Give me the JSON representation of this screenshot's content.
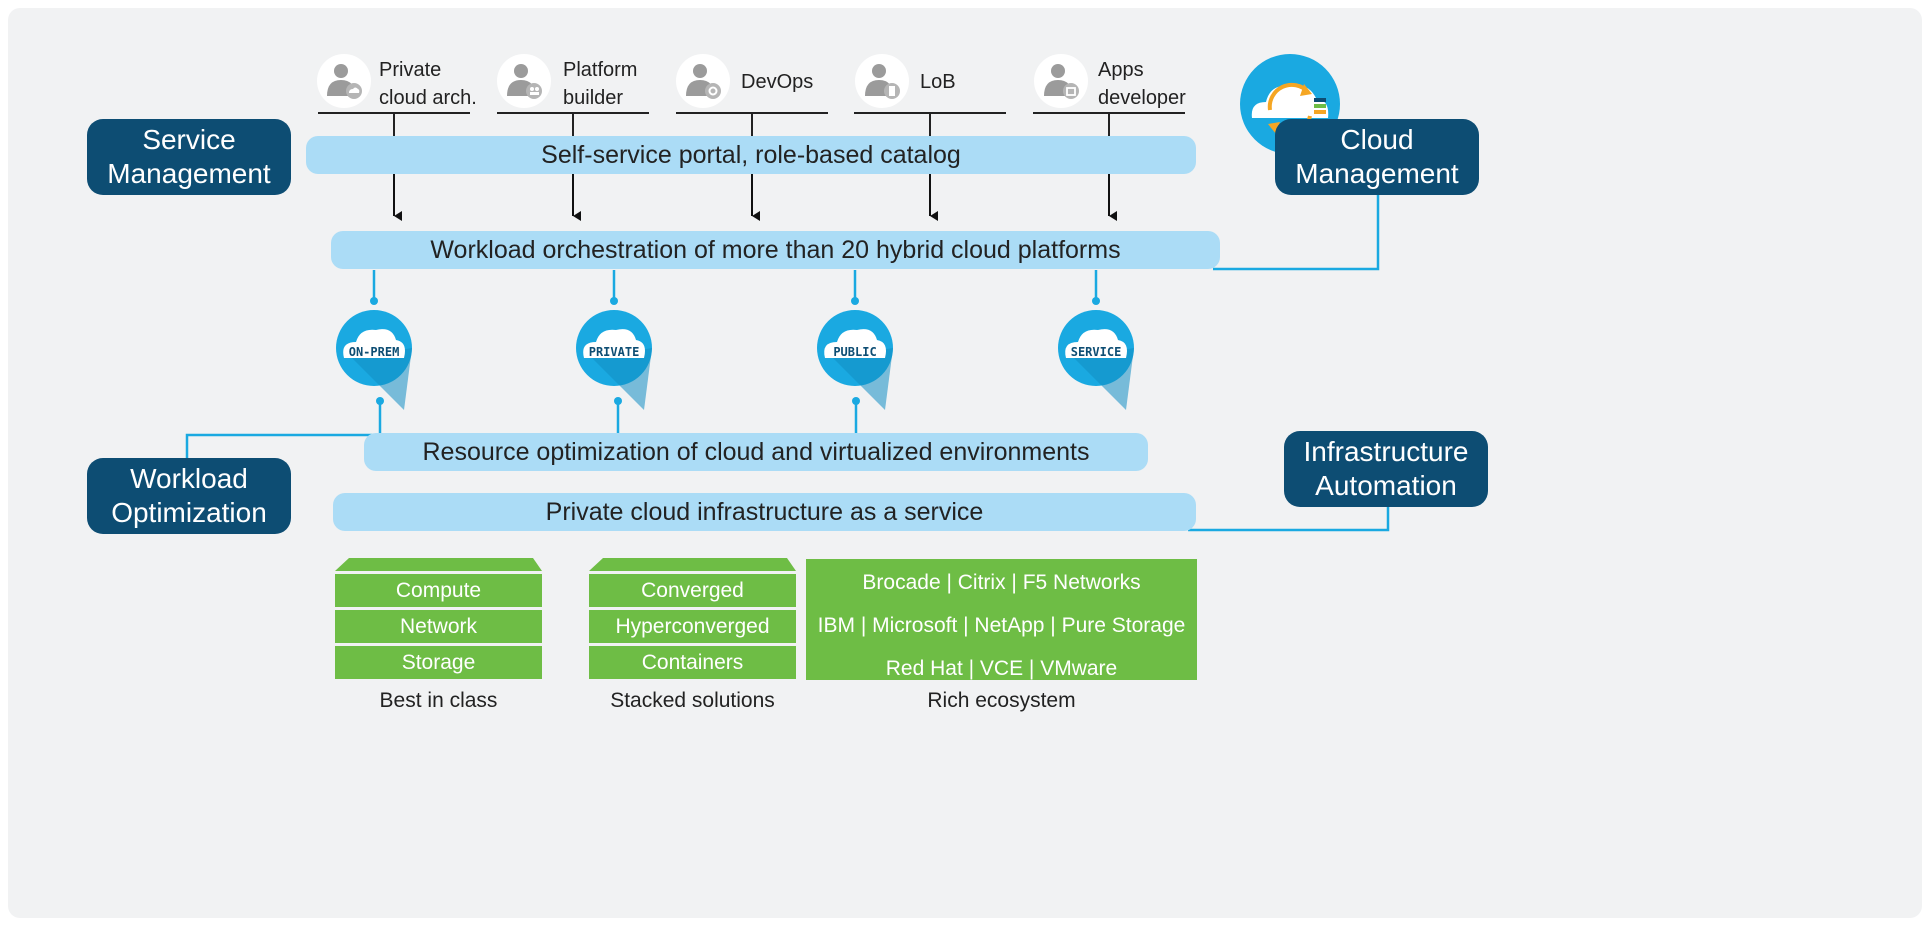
{
  "personas": [
    {
      "line1": "Private",
      "line2": "cloud arch.",
      "icon": "user-cloud-icon"
    },
    {
      "line1": "Platform",
      "line2": "builder",
      "icon": "user-people-icon"
    },
    {
      "line1": "DevOps",
      "line2": "",
      "icon": "user-gear-icon"
    },
    {
      "line1": "LoB",
      "line2": "",
      "icon": "user-document-icon"
    },
    {
      "line1": "Apps",
      "line2": "developer",
      "icon": "user-apps-icon"
    }
  ],
  "management": {
    "service": {
      "line1": "Service",
      "line2": "Management"
    },
    "cloud": {
      "line1": "Cloud",
      "line2": "Management"
    },
    "workload": {
      "line1": "Workload",
      "line2": "Optimization"
    },
    "infrastructure": {
      "line1": "Infrastructure",
      "line2": "Automation"
    }
  },
  "bands": {
    "portal": "Self-service portal, role-based catalog",
    "orchestration": "Workload orchestration of more than 20 hybrid cloud platforms",
    "optimization": "Resource optimization of cloud and virtualized environments",
    "iaas": "Private cloud infrastructure as a service"
  },
  "clouds": [
    "ON-PREM",
    "PRIVATE",
    "PUBLIC",
    "SERVICE"
  ],
  "stacks": {
    "best_in_class": {
      "cells": [
        "Compute",
        "Network",
        "Storage"
      ],
      "caption": "Best in class"
    },
    "stacked_solutions": {
      "cells": [
        "Converged",
        "Hyperconverged",
        "Containers"
      ],
      "caption": "Stacked solutions"
    },
    "ecosystem": {
      "lines": [
        "Brocade | Citrix | F5 Networks",
        "IBM | Microsoft | NetApp | Pure Storage",
        "Red Hat | VCE | VMware"
      ],
      "caption": "Rich ecosystem"
    }
  },
  "colors": {
    "dark_blue": "#0d4d73",
    "light_blue_band": "#abdcf6",
    "cyan": "#1aa9e1",
    "green": "#6ebd45",
    "orange": "#f5a623",
    "background": "#f1f2f3"
  }
}
